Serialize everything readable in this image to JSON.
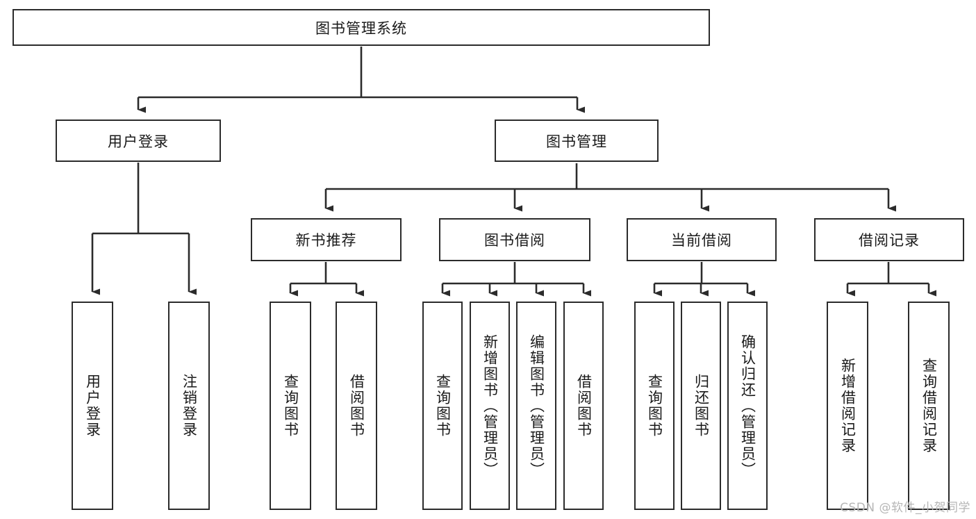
{
  "diagram": {
    "title": "图书管理系统",
    "watermark": "CSDN @软件_小贺同学",
    "colors": {
      "stroke": "#2b2b2b",
      "text": "#1a1a1a",
      "background": "#ffffff",
      "watermark": "#b6b6b6"
    },
    "root": {
      "label": "图书管理系统"
    },
    "level2": [
      {
        "label": "用户登录"
      },
      {
        "label": "图书管理"
      }
    ],
    "level3": [
      {
        "label": "新书推荐"
      },
      {
        "label": "图书借阅"
      },
      {
        "label": "当前借阅"
      },
      {
        "label": "借阅记录"
      }
    ],
    "leaves": {
      "user_login": [
        {
          "label": "用户登录"
        },
        {
          "label": "注销登录"
        }
      ],
      "new_book_recommend": [
        {
          "label": "查询图书"
        },
        {
          "label": "借阅图书"
        }
      ],
      "book_borrow": [
        {
          "label": "查询图书"
        },
        {
          "label": "新增图书（管理员）"
        },
        {
          "label": "编辑图书（管理员）"
        },
        {
          "label": "借阅图书"
        }
      ],
      "current_borrow": [
        {
          "label": "查询图书"
        },
        {
          "label": "归还图书"
        },
        {
          "label": "确认归还（管理员）"
        }
      ],
      "borrow_records": [
        {
          "label": "新增借阅记录"
        },
        {
          "label": "查询借阅记录"
        }
      ]
    }
  }
}
